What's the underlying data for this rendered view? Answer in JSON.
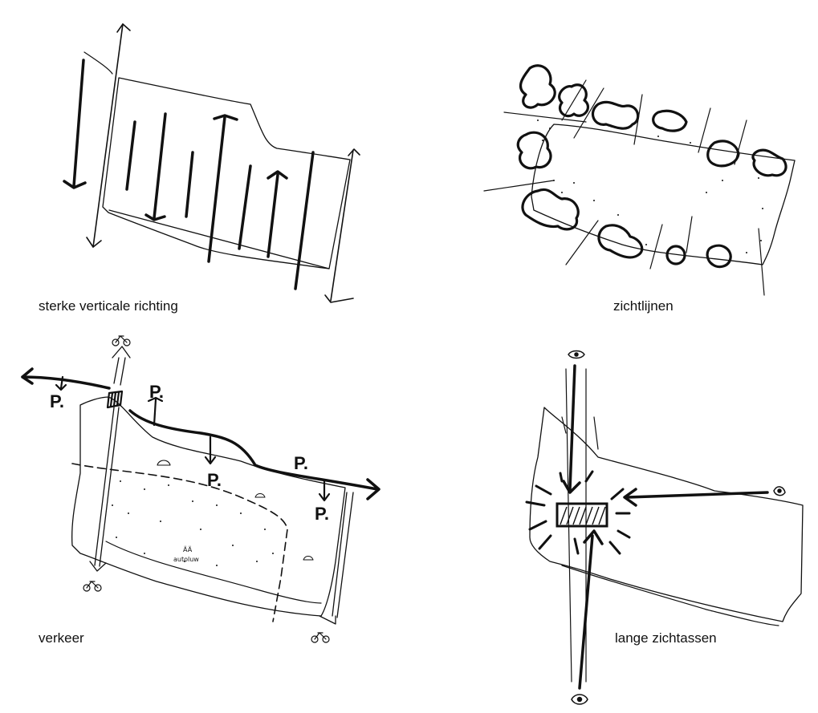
{
  "panels": {
    "top_left": {
      "caption": "sterke verticale richting"
    },
    "top_right": {
      "caption": "zichtlijnen"
    },
    "bottom_left": {
      "caption": "verkeer",
      "parking_label": "P.",
      "traffic_note": "autoluw",
      "traffic_note_marks": "ÄÄ"
    },
    "bottom_right": {
      "caption": "lange zichtassen"
    }
  },
  "colors": {
    "ink": "#111111",
    "paper": "#ffffff"
  }
}
